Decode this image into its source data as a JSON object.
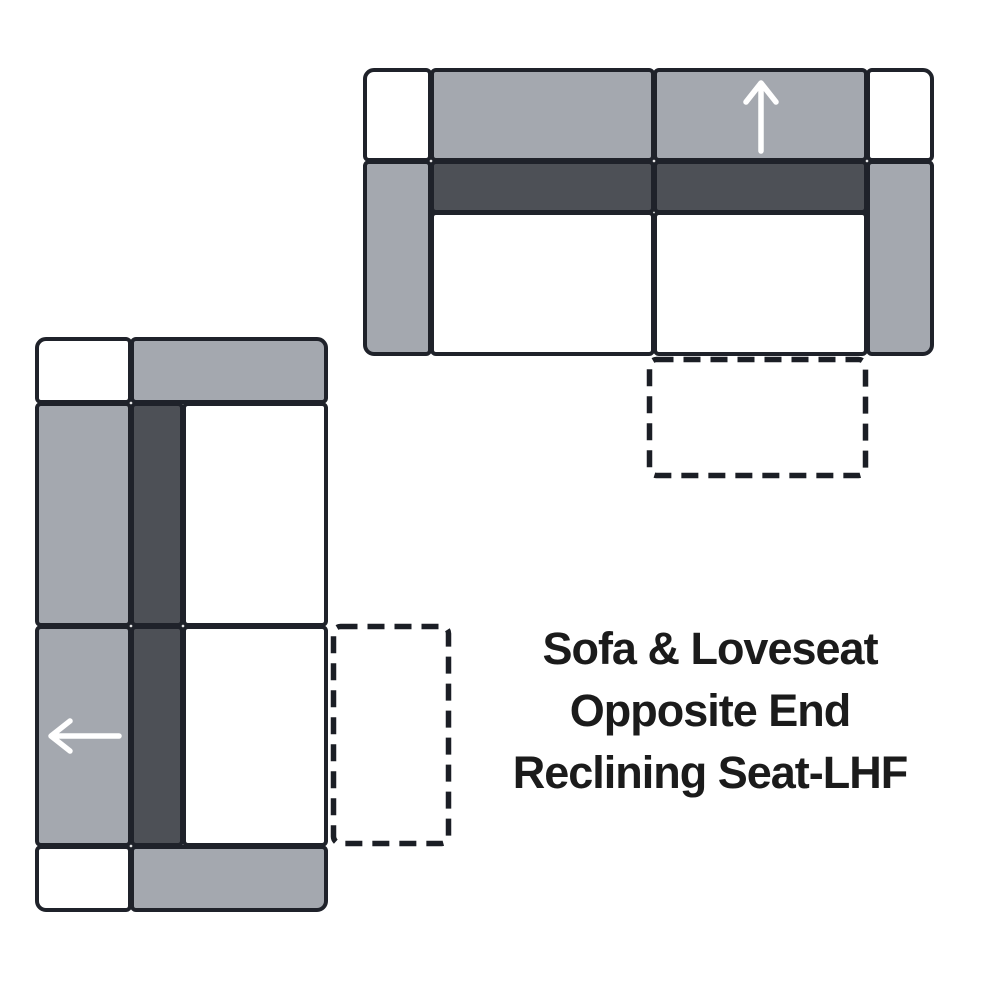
{
  "title": {
    "lines": [
      "Sofa & Loveseat",
      "Opposite End",
      "Reclining Seat-LHF"
    ]
  },
  "colors": {
    "bg": "#ffffff",
    "upholstery": "#a4a8af",
    "rail": "#4d5056",
    "outline": "#1f222a",
    "cushion": "#ffffff",
    "arrow": "#ffffff",
    "dash": "#1b1e25",
    "text": "#1b1b1b"
  },
  "icons": {
    "sofa_direction": "arrow-up-icon",
    "loveseat_direction": "arrow-left-icon"
  },
  "diagram": {
    "sofa": {
      "facing_arrow": "up",
      "recliner_footprint": "dashed outline below right seat"
    },
    "loveseat": {
      "facing_arrow": "left",
      "recliner_footprint": "dashed outline right of lower seat"
    }
  }
}
